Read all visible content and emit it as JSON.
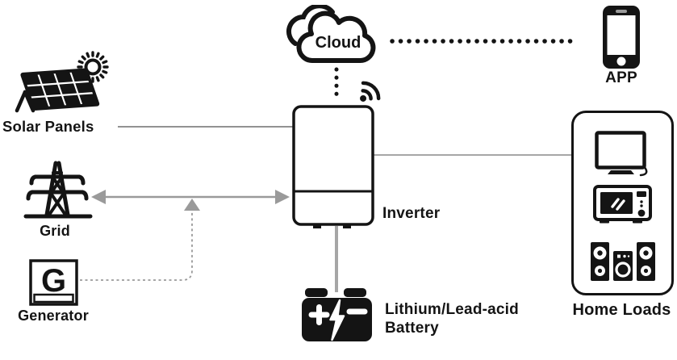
{
  "nodes": {
    "cloud": {
      "label": "Cloud"
    },
    "app": {
      "label": "APP"
    },
    "solar_panels": {
      "label": "Solar Panels"
    },
    "grid": {
      "label": "Grid"
    },
    "generator": {
      "label": "Generator",
      "icon_letter": "G"
    },
    "inverter": {
      "label": "Inverter"
    },
    "battery": {
      "label_line1": "Lithium/Lead-acid",
      "label_line2": "Battery"
    },
    "home_loads": {
      "label": "Home Loads"
    }
  },
  "colors": {
    "ink": "#141414",
    "connector_gray": "#9a9a9a",
    "dashed_gray": "#999999",
    "thin_line_gray": "#6e6e6e",
    "battery_line_gray": "#a6a6a6",
    "background": "#ffffff"
  }
}
